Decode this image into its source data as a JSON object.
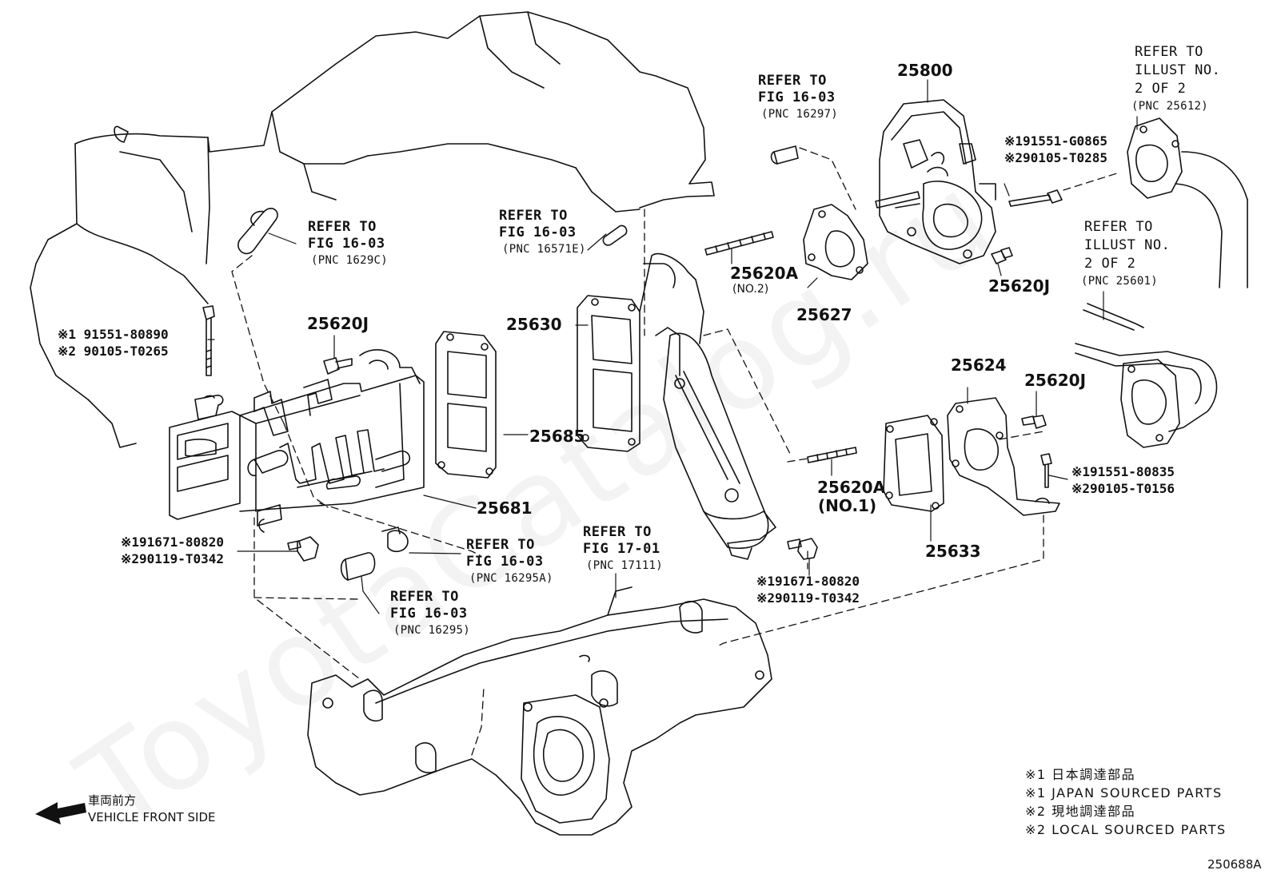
{
  "parts": {
    "p25800": "25800",
    "p25630": "25630",
    "p25685": "25685",
    "p25681": "25681",
    "p25620j_left": "25620J",
    "p25620j_top": "25620J",
    "p25620j_right": "25620J",
    "p25620a_top": "25620A",
    "p25620a_top_sub": "(NO.2)",
    "p25620a_low": "25620A",
    "p25620a_low_sub": "(NO.1)",
    "p25627": "25627",
    "p25624": "25624",
    "p25633": "25633"
  },
  "refs": {
    "r1": {
      "l1": "REFER TO",
      "l2": "FIG 16-03",
      "pnc": "(PNC 16297)"
    },
    "r2": {
      "l1": "REFER TO",
      "l2": "FIG 16-03",
      "pnc": "(PNC 16571E)"
    },
    "r3": {
      "l1": "REFER TO",
      "l2": "FIG 16-03",
      "pnc": "(PNC 1629C)"
    },
    "r4": {
      "l1": "REFER TO",
      "l2": "FIG 16-03",
      "pnc": "(PNC 16295A)"
    },
    "r5": {
      "l1": "REFER TO",
      "l2": "FIG 16-03",
      "pnc": "(PNC 16295)"
    },
    "r6": {
      "l1": "REFER TO",
      "l2": "FIG 17-01",
      "pnc": "(PNC 17111)"
    },
    "r7": {
      "l1": "REFER TO",
      "l2": "ILLUST NO.",
      "l3": "2 OF 2",
      "pnc": "(PNC 25612)"
    },
    "r8": {
      "l1": "REFER TO",
      "l2": "ILLUST NO.",
      "l3": "2 OF 2",
      "pnc": "(PNC 25601)"
    }
  },
  "bolts": {
    "b1": {
      "l1": "※1 91551-80890",
      "l2": "※2 90105-T0265"
    },
    "b2": {
      "l1": "※191671-80820",
      "l2": "※290119-T0342"
    },
    "b3": {
      "l1": "※191551-G0865",
      "l2": "※290105-T0285"
    },
    "b4": {
      "l1": "※191551-80835",
      "l2": "※290105-T0156"
    },
    "b5": {
      "l1": "※191671-80820",
      "l2": "※290119-T0342"
    }
  },
  "legend": {
    "n1": "※1 日本調達部品",
    "n2": "※1 JAPAN SOURCED PARTS",
    "n3": "※2 現地調達部品",
    "n4": "※2 LOCAL SOURCED PARTS"
  },
  "front": {
    "jp": "車両前方",
    "en": "VEHICLE FRONT SIDE"
  },
  "illustration_code": "250688A",
  "watermark": "ToyotaCatalog.ru"
}
